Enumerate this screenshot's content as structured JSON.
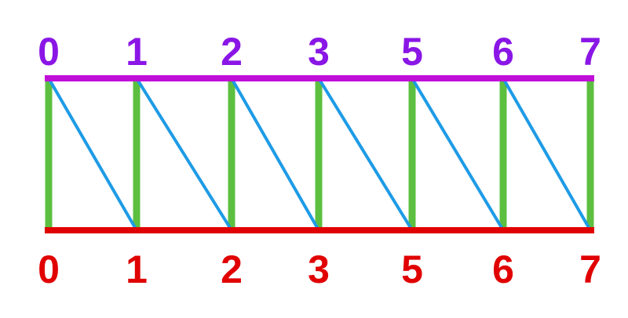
{
  "top_labels": [
    "0",
    "1",
    "2",
    "3",
    "5",
    "6",
    "7"
  ],
  "bottom_labels": [
    "0",
    "1",
    "2",
    "3",
    "5",
    "6",
    "7"
  ],
  "colors": {
    "top_rail": "#c010d8",
    "top_labels": "#8a16e6",
    "bottom_rail": "#e00000",
    "bottom_labels": "#e00000",
    "verticals": "#5cbf40",
    "diagonals": "#1e9be6"
  }
}
